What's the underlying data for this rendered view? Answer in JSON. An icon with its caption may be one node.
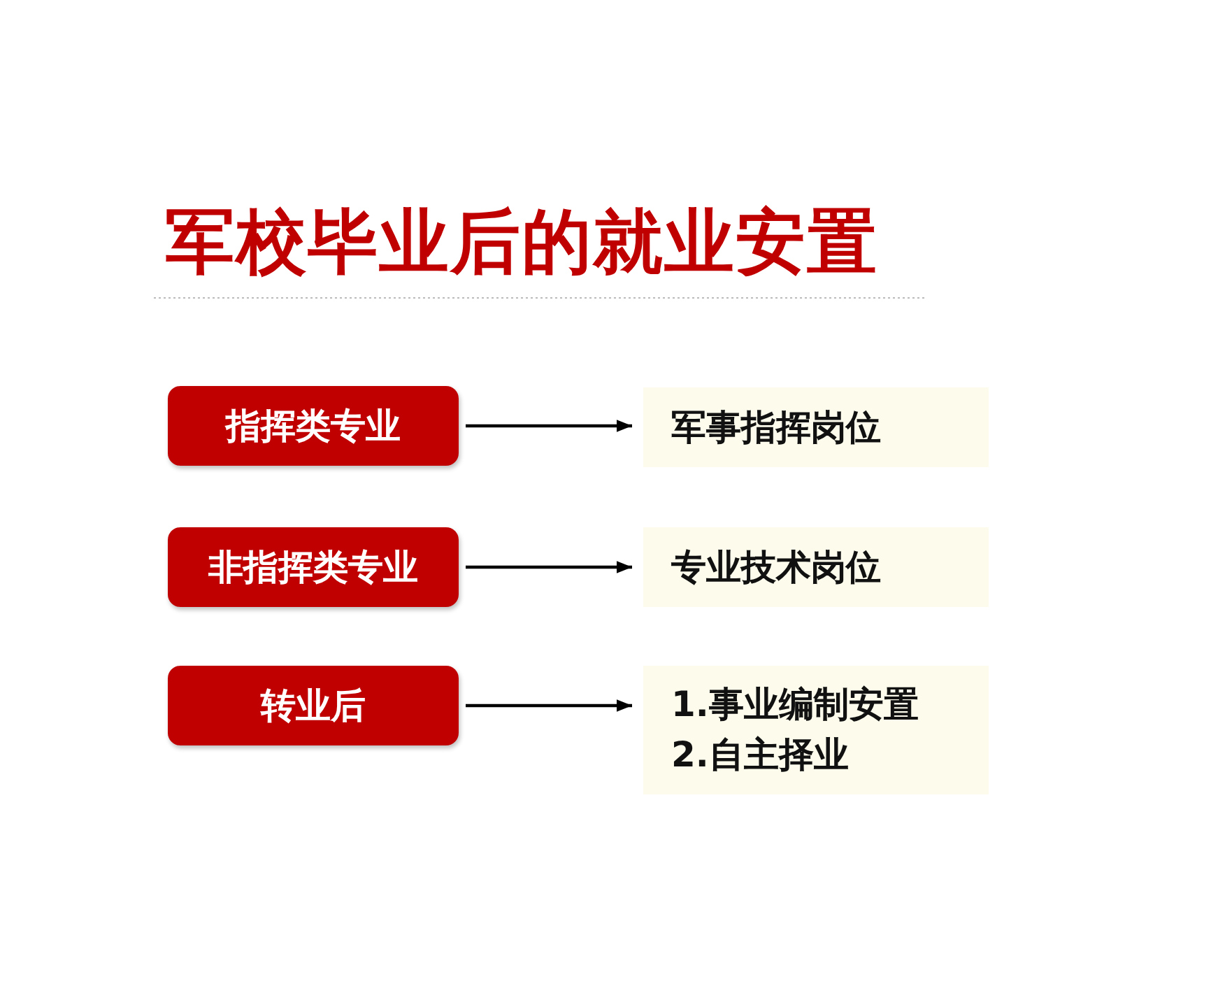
{
  "diagram": {
    "title": "军校毕业后的就业安置",
    "nodes": [
      {
        "text": [
          "指挥类专业"
        ]
      },
      {
        "text": [
          "军事指挥岗位"
        ]
      },
      {
        "text": [
          "非指挥类专业"
        ]
      },
      {
        "text": [
          "专业技术岗位"
        ]
      },
      {
        "text": [
          "转业后"
        ]
      },
      {
        "text": [
          "1.事业编制安置",
          "2.自主择业"
        ]
      }
    ],
    "edges": [
      {
        "from": 0,
        "to": 1,
        "arrow": "to"
      },
      {
        "from": 2,
        "to": 3,
        "arrow": "to"
      },
      {
        "from": 4,
        "to": 5,
        "arrow": "to"
      }
    ]
  }
}
